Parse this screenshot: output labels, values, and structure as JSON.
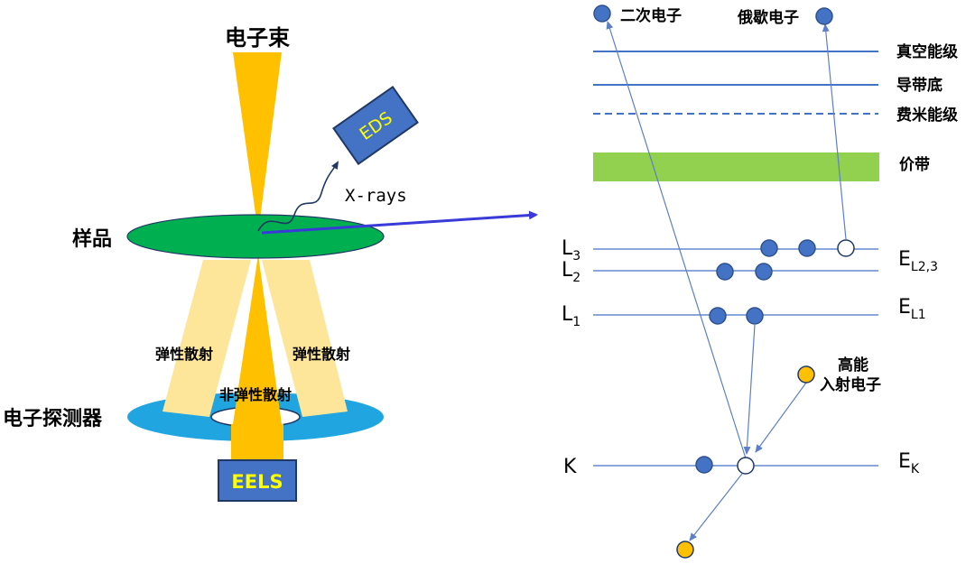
{
  "left": {
    "electron_beam": "电子束",
    "sample": "样品",
    "eds": "EDS",
    "xrays": "X-rays",
    "elastic_left": "弹性散射",
    "elastic_right": "弹性散射",
    "inelastic": "非弹性散射",
    "detector": "电子探测器",
    "eels": "EELS"
  },
  "right": {
    "secondary_electron": "二次电子",
    "auger_electron": "俄歇电子",
    "vacuum_level": "真空能级",
    "conduction_band_bottom": "导带底",
    "fermi_level": "费米能级",
    "valence_band": "价带",
    "incident_electron_line1": "高能",
    "incident_electron_line2": "入射电子",
    "shells": [
      {
        "main": "L",
        "sub": "3"
      },
      {
        "main": "L",
        "sub": "2"
      },
      {
        "main": "L",
        "sub": "1"
      },
      {
        "main": "K",
        "sub": ""
      }
    ],
    "energies": [
      {
        "main": "E",
        "sub": "L2,3"
      },
      {
        "main": "E",
        "sub": "L1"
      },
      {
        "main": "E",
        "sub": "K"
      }
    ]
  },
  "colors": {
    "beam": "#ffc000",
    "scatter": "#fde59a",
    "sample": "#00b050",
    "detector": "#21a5e0",
    "box": "#4472c4",
    "box_text": "#ffff00",
    "line": "#4472c4",
    "valence": "#92d050",
    "electron": "#4472c4",
    "incident": "#ffc000",
    "arrow": "#3f3fdc"
  }
}
